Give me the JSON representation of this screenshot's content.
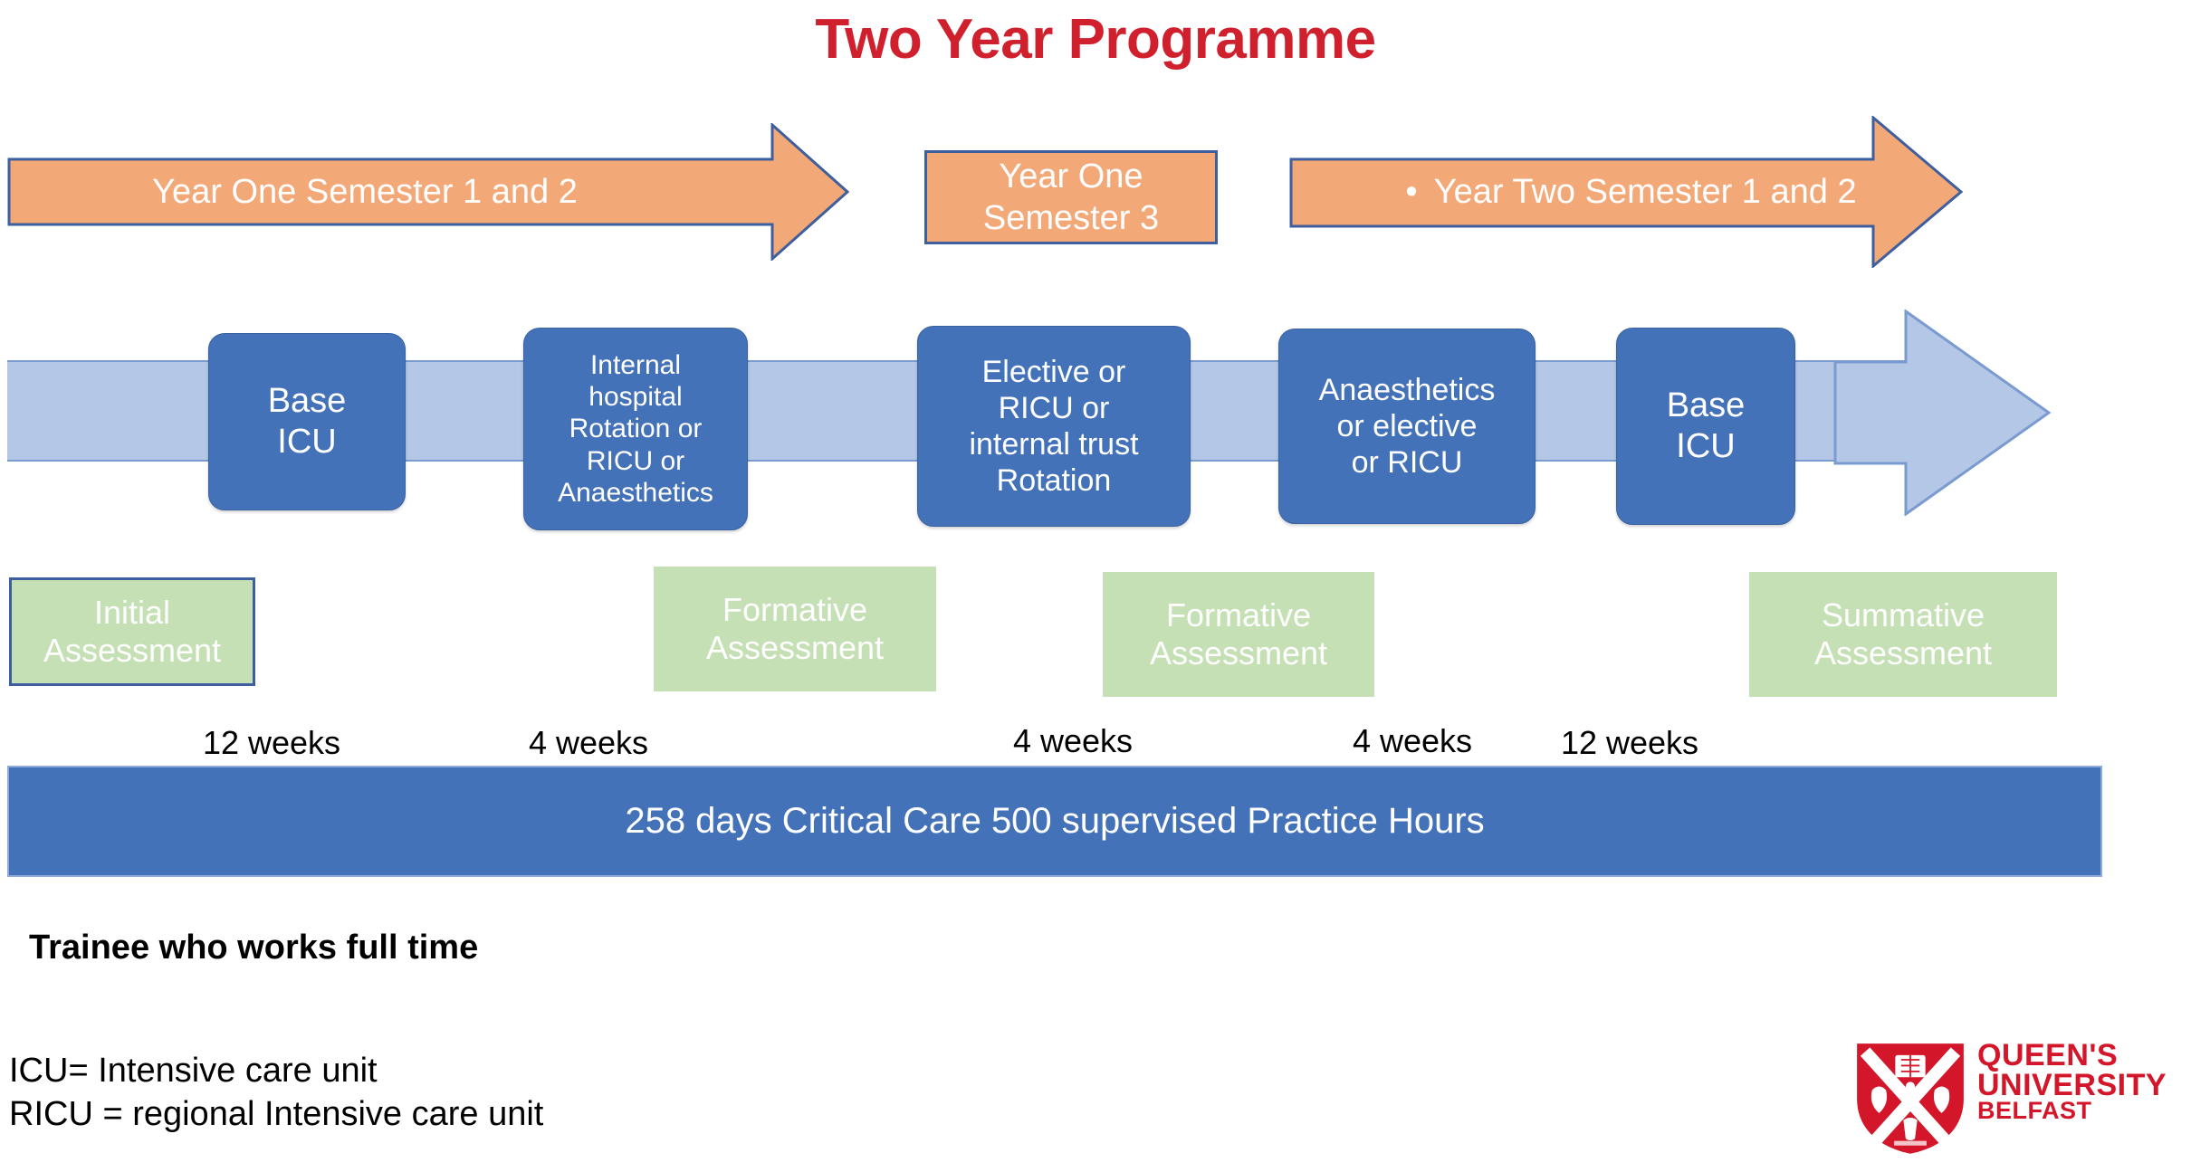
{
  "slide": {
    "title": "Two Year Programme"
  },
  "year_bands": [
    {
      "label": "Year One Semester 1 and 2",
      "shape": "arrow",
      "color": "#F3A878"
    },
    {
      "label": "Year One\nSemester 3",
      "line1": "Year One",
      "line2": "Semester 3",
      "shape": "rect",
      "color": "#F3A878"
    },
    {
      "label": "Year Two Semester 1 and 2",
      "bullet": "•",
      "shape": "arrow",
      "color": "#F3A878"
    }
  ],
  "rotations": [
    {
      "id": "base-icu-1",
      "lines": [
        "Base",
        "ICU"
      ],
      "font_size": 38
    },
    {
      "id": "internal-hospital",
      "lines": [
        "Internal",
        "hospital",
        "Rotation or",
        "RICU or",
        "Anaesthetics"
      ],
      "font_size": 30
    },
    {
      "id": "elective-ricu",
      "lines": [
        "Elective or",
        "RICU or",
        "internal trust",
        "Rotation"
      ],
      "font_size": 34
    },
    {
      "id": "anaesthetics-elective",
      "lines": [
        "Anaesthetics",
        "or elective",
        "or RICU"
      ],
      "font_size": 34
    },
    {
      "id": "base-icu-2",
      "lines": [
        "Base",
        "ICU"
      ],
      "font_size": 38
    }
  ],
  "assessments": [
    {
      "id": "initial",
      "line1": "Initial",
      "line2": "Assessment",
      "bordered": true
    },
    {
      "id": "formative-1",
      "line1": "Formative",
      "line2": "Assessment",
      "bordered": false
    },
    {
      "id": "formative-2",
      "line1": "Formative",
      "line2": "Assessment",
      "bordered": false
    },
    {
      "id": "summative",
      "line1": "Summative",
      "line2": "Assessment",
      "bordered": false
    }
  ],
  "week_labels": [
    {
      "text": "12 weeks"
    },
    {
      "text": "4 weeks"
    },
    {
      "text": "4 weeks"
    },
    {
      "text": "4 weeks"
    },
    {
      "text": "12 weeks"
    }
  ],
  "summary_bar": {
    "text": "258 days Critical Care 500 supervised Practice Hours"
  },
  "footnotes": {
    "bold_note": "Trainee who works full time",
    "legend_line1": "ICU= Intensive care unit",
    "legend_line2": "RICU = regional Intensive care unit"
  },
  "logo": {
    "name": "queens-university-belfast-logo",
    "line1": "QUEEN'S",
    "line2": "UNIVERSITY",
    "line3": "BELFAST",
    "color": "#D4162A"
  },
  "colors": {
    "title_red": "#D01F2D",
    "orange": "#F3A878",
    "orange_border": "#3E5E9E",
    "blue_box": "#4472B8",
    "band_light_blue": "#B4C7E7",
    "band_border": "#7A9BD0",
    "green": "#C5E0B4",
    "summary_blue": "#4472B8",
    "logo_red": "#D4162A"
  }
}
